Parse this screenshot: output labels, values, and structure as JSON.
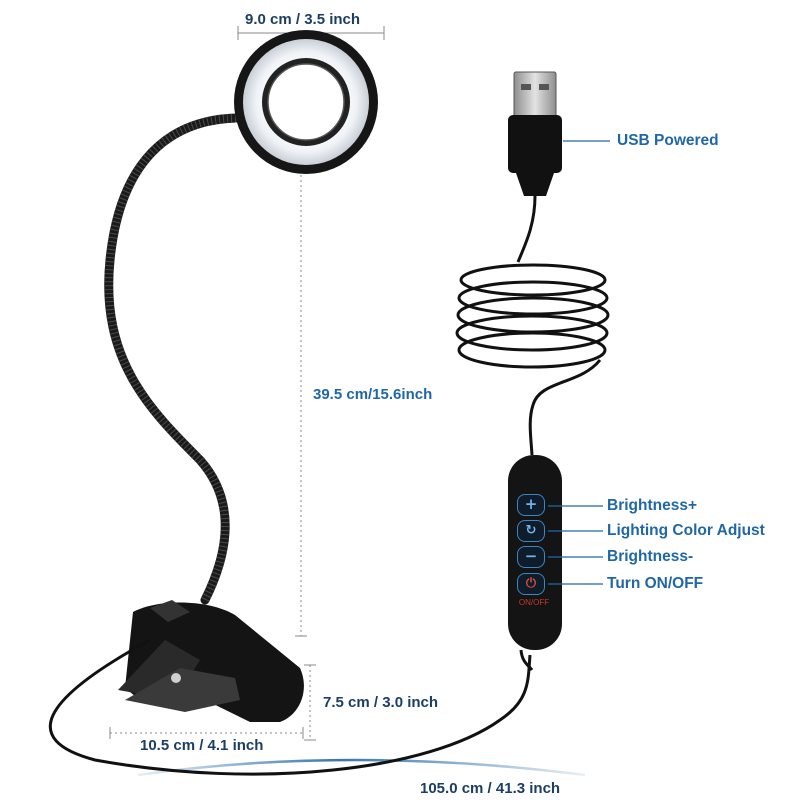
{
  "dimensions": {
    "ring_diameter": "9.0 cm / 3.5 inch",
    "neck_length": "39.5 cm/15.6inch",
    "clip_height": "7.5 cm / 3.0 inch",
    "clip_width": "10.5 cm / 4.1 inch",
    "cable_length": "105.0 cm / 41.3 inch"
  },
  "callouts": {
    "usb": "USB Powered",
    "brightness_up": "Brightness+",
    "color_adjust": "Lighting Color Adjust",
    "brightness_down": "Brightness-",
    "power": "Turn ON/OFF"
  },
  "controller": {
    "power_text": "ON/OFF"
  },
  "colors": {
    "label_blue": "#1f67a7",
    "label_dark": "#1b3f64",
    "lamp_body": "#111111",
    "button_blue": "#3a86c8",
    "power_red": "#c23a2b",
    "dim_line": "#8a8a8a"
  },
  "icons": {
    "brightness_up": "plus-icon",
    "color_adjust": "refresh-cycle-icon",
    "brightness_down": "minus-icon",
    "power": "power-icon"
  }
}
